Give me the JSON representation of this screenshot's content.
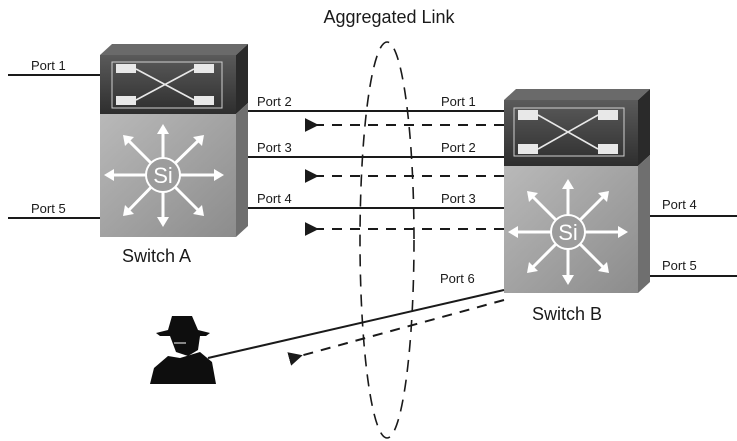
{
  "title": "Aggregated Link",
  "switch_a": {
    "name": "Switch A",
    "logo": "Si",
    "ports": {
      "p1": "Port 1",
      "p2": "Port 2",
      "p3": "Port 3",
      "p4": "Port 4",
      "p5": "Port 5"
    }
  },
  "switch_b": {
    "name": "Switch B",
    "logo": "Si",
    "ports": {
      "p1": "Port 1",
      "p2": "Port 2",
      "p3": "Port 3",
      "p4": "Port 4",
      "p5": "Port 5",
      "p6": "Port 6"
    }
  },
  "colors": {
    "switch_top": "#3c3c3c",
    "switch_side": "#2a2a2a",
    "switch_body": "#a9a9a9",
    "switch_body_dark": "#7e7e7e",
    "line": "#1a1a1a"
  },
  "icons": [
    "switch-a-icon",
    "switch-b-icon",
    "attacker-icon"
  ]
}
